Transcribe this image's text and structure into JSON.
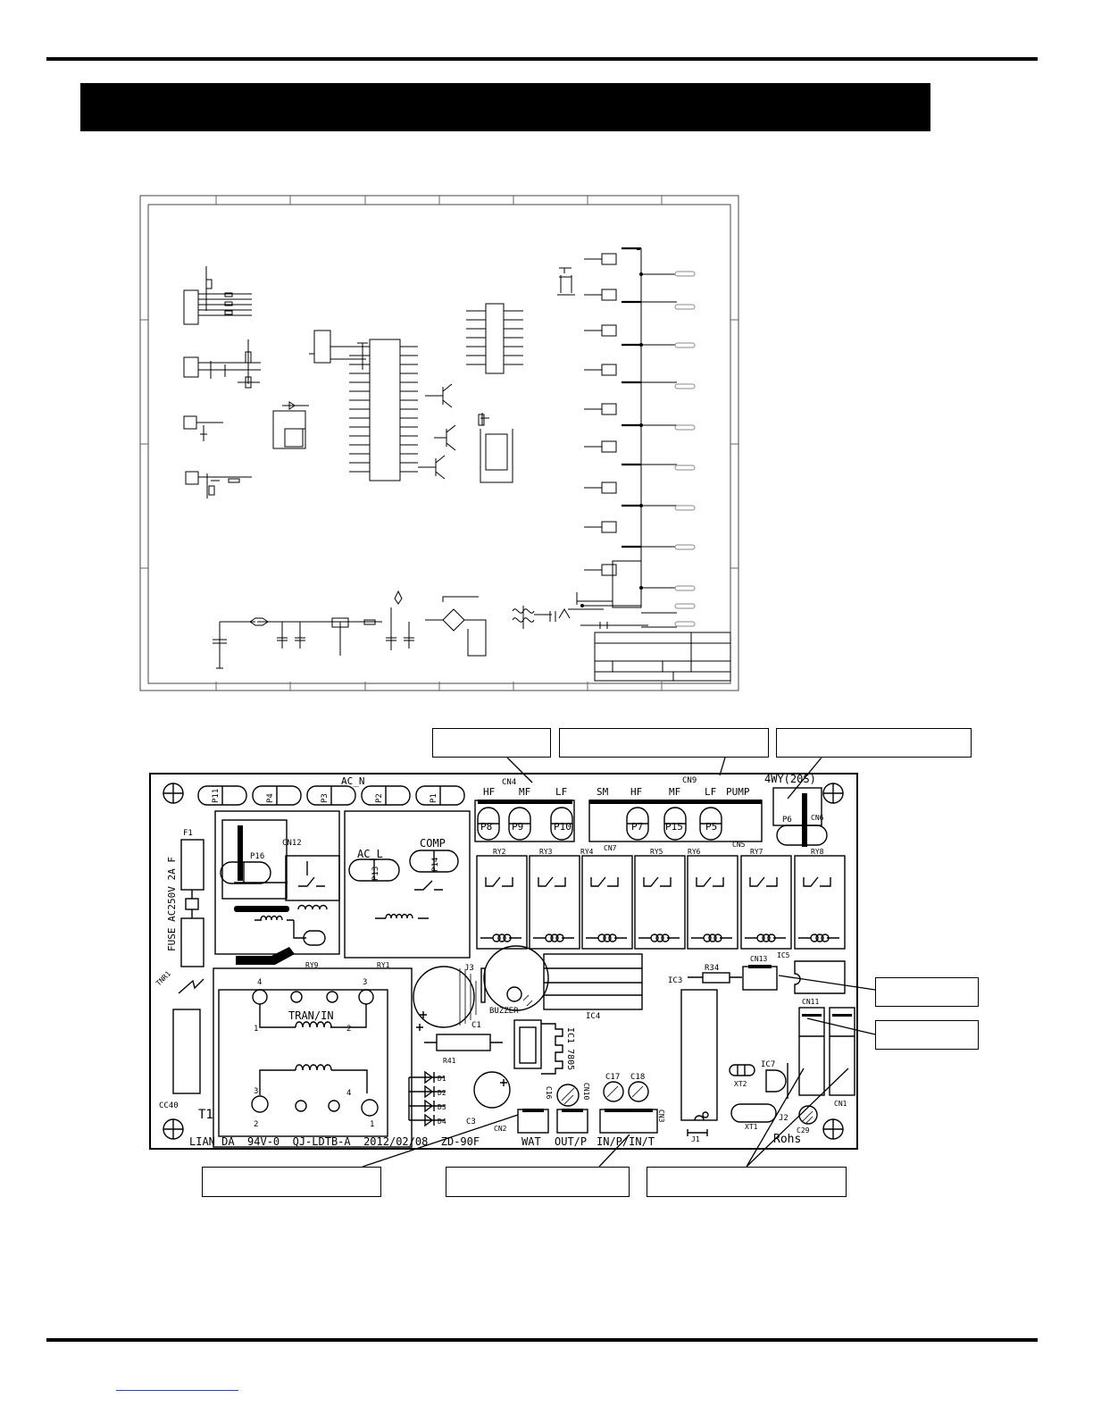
{
  "board": {
    "silkscreen": "LIAN DA  94V-0  QJ-LDTB-A  2012/02/08  ZD-90F",
    "rohs": "Rohs",
    "ac_n": "AC_N",
    "fuse_f1": "F1",
    "fuse_text": "FUSE AC250V  2A F",
    "tnr": "TNR1",
    "cc40": "CC40",
    "t1": "T1",
    "tran_in": "TRAN/IN",
    "ac_l": "AC_L",
    "comp": "COMP",
    "buzzer": "BUZZER",
    "ic4": "IC4",
    "ic1_7805": "IC1 7805",
    "ic3": "IC3",
    "ic5": "IC5",
    "ic7": "IC7",
    "r34": "R34",
    "r41": "R41",
    "c1": "C1",
    "c3": "C3",
    "c16": "C16",
    "c17": "C17",
    "c18": "C18",
    "c29": "C29",
    "j1": "J1",
    "j2": "J2",
    "j3": "J3",
    "xt1": "XT1",
    "xt2": "XT2",
    "cn1": "CN1",
    "cn2": "CN2",
    "cn3": "CN3",
    "cn4": "CN4",
    "cn5": "CN5",
    "cn6": "CN6",
    "cn7": "CN7",
    "cn9": "CN9",
    "cn10": "CN10",
    "cn11": "CN11",
    "cn12": "CN12",
    "cn13": "CN13",
    "four_way": "4WY(20S)",
    "wat": "WAT",
    "out_p": "OUT/P",
    "in_p_in_t": "IN/P/IN/T",
    "top_pads": [
      "P11",
      "P4",
      "P3",
      "P2",
      "P1"
    ],
    "cn4_labels": [
      "HF",
      "MF",
      "LF"
    ],
    "cn4_pads": [
      "P8",
      "P9",
      "P10"
    ],
    "cn9_labels": [
      "SM",
      "HF",
      "MF",
      "LF",
      "PUMP"
    ],
    "cn9_pads": [
      "P7",
      "P15",
      "P5"
    ],
    "p6": "P6",
    "p13": "P13",
    "p14": "P14",
    "p16": "P16",
    "relays": [
      "RY2",
      "RY3",
      "RY4",
      "RY5",
      "RY6",
      "RY7",
      "RY8"
    ],
    "ry9": "RY9",
    "ry1": "RY1",
    "diodes": [
      "D1",
      "D2",
      "D3",
      "D4"
    ],
    "transformer_pins": [
      "4",
      "3",
      "1",
      "2",
      "3",
      "4",
      "2",
      "1"
    ]
  }
}
